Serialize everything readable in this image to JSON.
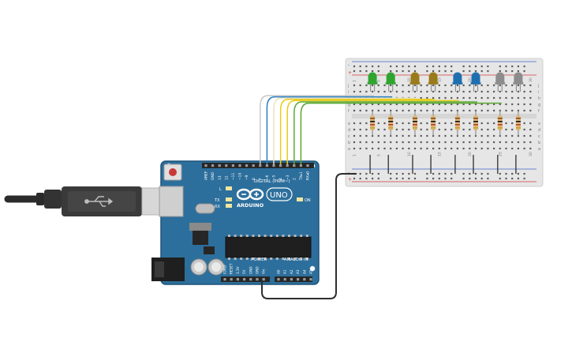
{
  "board": {
    "brand": "ARDUINO",
    "model": "UNO",
    "on_label": "ON",
    "tx_label": "TX",
    "rx_label": "RX",
    "l_label": "L",
    "digital_label": "DIGITAL (PWM~)",
    "power_label": "POWER",
    "analog_label": "ANALOG IN",
    "digital_pins": [
      "AREF",
      "GND",
      "13",
      "12",
      "~11",
      "~10",
      "~9",
      "8",
      "7",
      "~6",
      "~5",
      "4",
      "~3",
      "2",
      "TX▸1",
      "RX◂0"
    ],
    "power_pins": [
      "IOREF",
      "RESET",
      "3.3V",
      "5V",
      "GND",
      "GND",
      "Vin"
    ],
    "analog_pins": [
      "A0",
      "A1",
      "A2",
      "A3",
      "A4",
      "A5"
    ]
  },
  "breadboard": {
    "row_letters_top": [
      "j",
      "i",
      "h",
      "g",
      "f"
    ],
    "row_letters_bottom": [
      "e",
      "d",
      "c",
      "b",
      "a"
    ],
    "rail_plus": "+",
    "rail_minus": "-",
    "column_numbers": [
      "1",
      "5",
      "10",
      "15",
      "20",
      "25",
      "30"
    ]
  },
  "components": {
    "leds": [
      {
        "color": "#2fa52f"
      },
      {
        "color": "#2fa52f"
      },
      {
        "color": "#9a7b1a"
      },
      {
        "color": "#9a7b1a"
      },
      {
        "color": "#1f6fb0"
      },
      {
        "color": "#1f6fb0"
      },
      {
        "color": "#8c8c8c"
      },
      {
        "color": "#8c8c8c"
      }
    ],
    "resistor_count": 8
  },
  "wires": [
    {
      "color": "#c8c8c8",
      "pin": "7"
    },
    {
      "color": "#2a7fc0",
      "pin": "6"
    },
    {
      "color": "#e9e2c4",
      "pin": "5"
    },
    {
      "color": "#e8cc1a",
      "pin": "4"
    },
    {
      "color": "#e8cc1a",
      "pin": "3"
    },
    {
      "color": "#5aa832",
      "pin": "2"
    },
    {
      "color": "#5aa832",
      "pin": "1"
    },
    {
      "color": "#2e2e2e",
      "pin": "GND"
    }
  ],
  "colors": {
    "board": "#2d6f9c",
    "board_edge": "#1e5478",
    "breadboard": "#e6e6e6",
    "rail_red": "#d23c3c",
    "rail_blue": "#3c63c8"
  }
}
